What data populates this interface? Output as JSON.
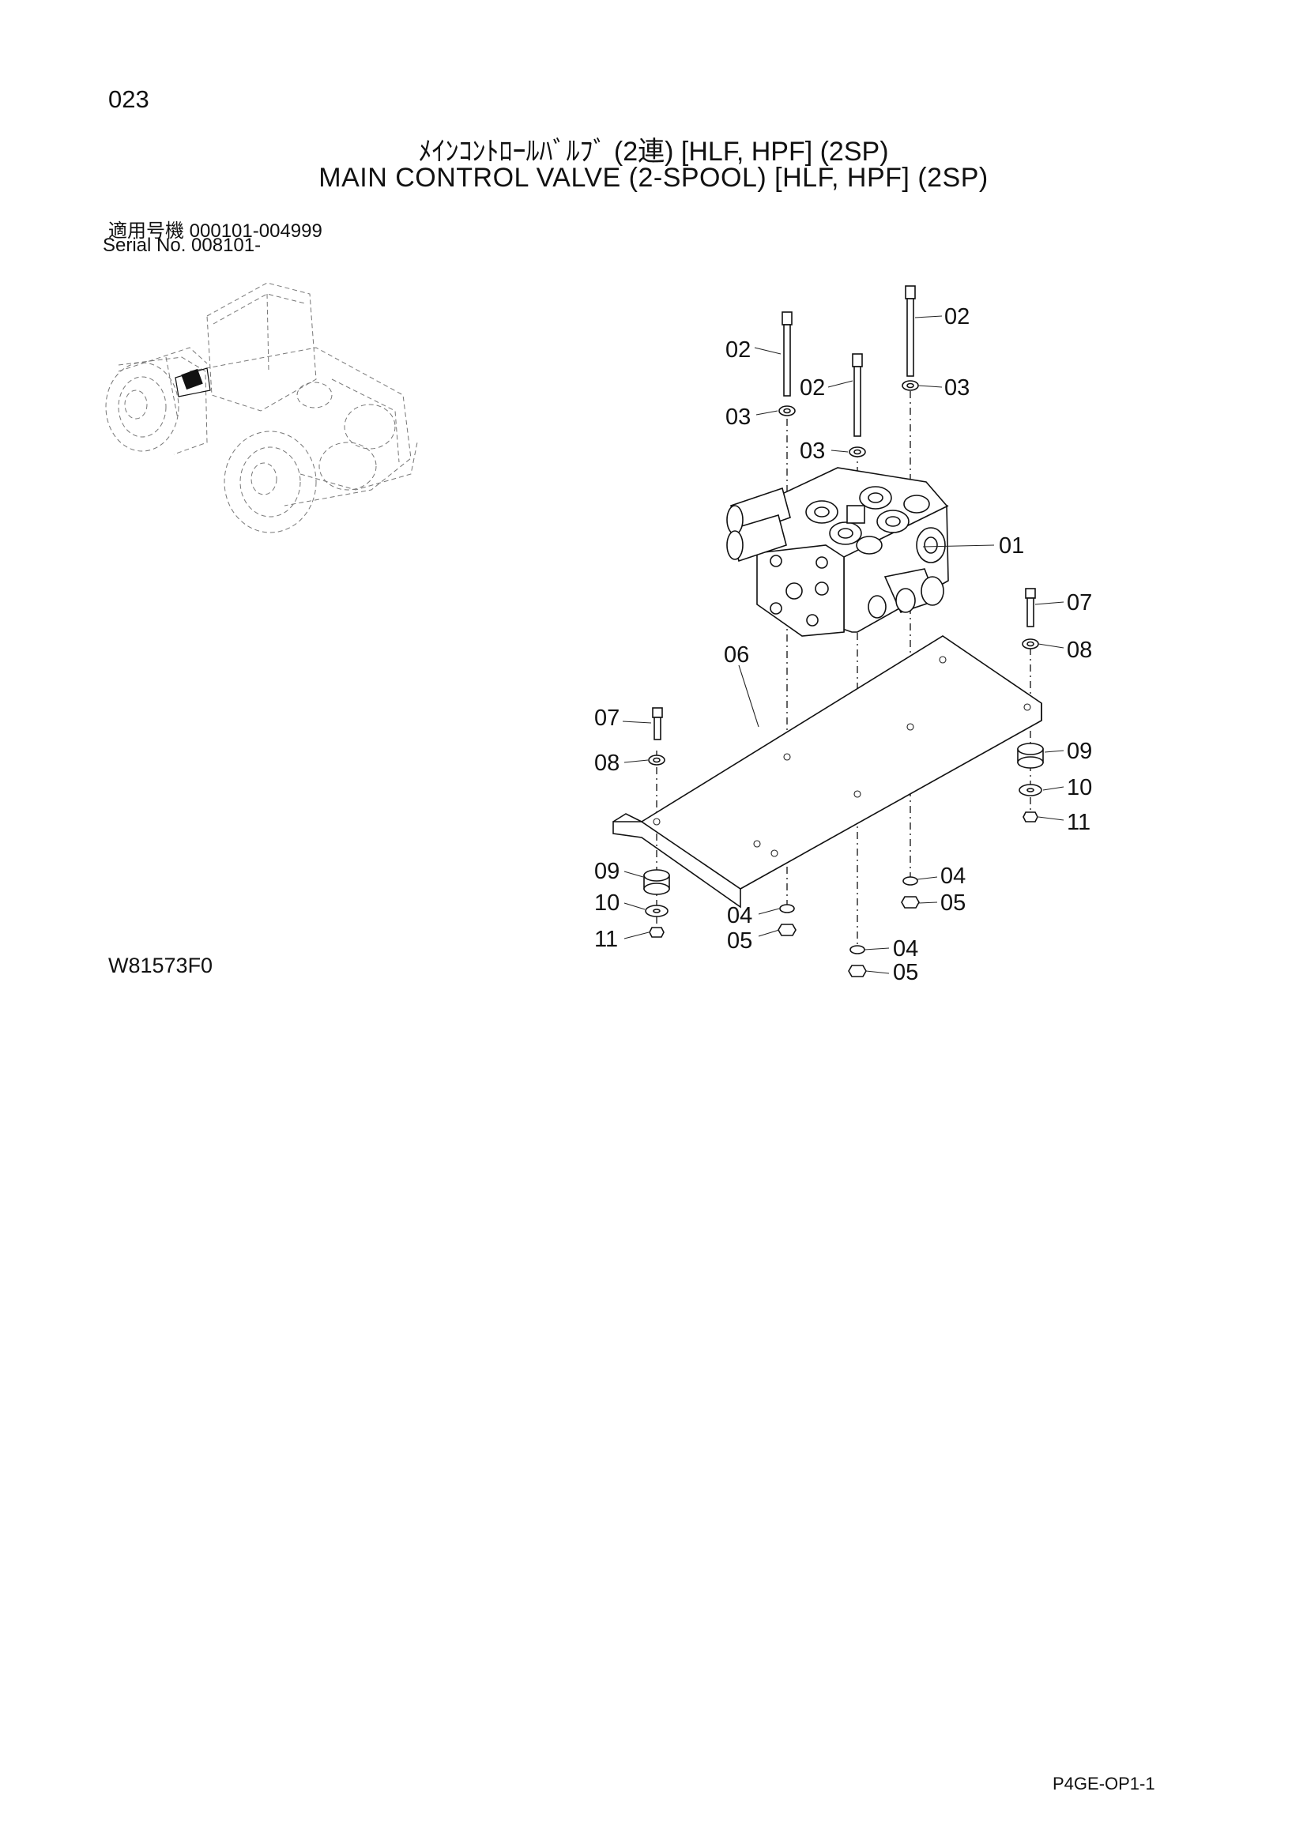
{
  "header": {
    "page_number": "023",
    "title_jp": "ﾒｲﾝｺﾝﾄﾛｰﾙﾊﾞﾙﾌﾞ (2連) [HLF, HPF] (2SP)",
    "title_en": "MAIN CONTROL VALVE (2-SPOOL) [HLF, HPF] (2SP)"
  },
  "applicability": {
    "serial_jp": "適用号機   000101-004999",
    "serial_en": "Serial  No.  008101-"
  },
  "callouts": {
    "c01": "01",
    "c02a": "02",
    "c02b": "02",
    "c02c": "02",
    "c03a": "03",
    "c03b": "03",
    "c03c": "03",
    "c04a": "04",
    "c04b": "04",
    "c04c": "04",
    "c05a": "05",
    "c05b": "05",
    "c05c": "05",
    "c06": "06",
    "c07a": "07",
    "c07b": "07",
    "c08a": "08",
    "c08b": "08",
    "c09a": "09",
    "c09b": "09",
    "c10a": "10",
    "c10b": "10",
    "c11a": "11",
    "c11b": "11"
  },
  "footer": {
    "drawing_id": "W81573F0",
    "page_code": "P4GE-OP1-1"
  }
}
